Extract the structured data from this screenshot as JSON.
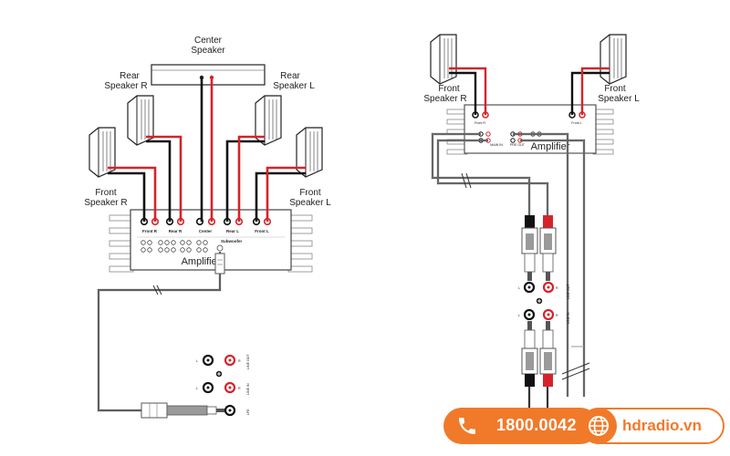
{
  "left_diagram": {
    "speakers": {
      "center": [
        "Center",
        "Speaker"
      ],
      "rear_r": [
        "Rear",
        "Speaker R"
      ],
      "rear_l": [
        "Rear",
        "Speaker L"
      ],
      "front_r": [
        "Front",
        "Speaker R"
      ],
      "front_l": [
        "Front",
        "Speaker L"
      ]
    },
    "amplifier": {
      "title": "Amplifier",
      "terminals": [
        "Front R",
        "Rear R",
        "Center",
        "Rear L",
        "Front L"
      ],
      "subwoofer_label": "Subwoofer"
    },
    "receiver": {
      "line_out": "LINE OUT",
      "line_in": "LINE IN",
      "lfe": "LFE",
      "left_mark": "L",
      "right_mark": "R"
    }
  },
  "right_diagram": {
    "speakers": {
      "front_r": [
        "Front",
        "Speaker R"
      ],
      "front_l": [
        "Front",
        "Speaker L"
      ]
    },
    "amplifier": {
      "title": "Amplifier",
      "terminal_r": "Front R",
      "terminal_l": "Front L",
      "main_in": "MAIN IN",
      "pre_out": "PRE OUT"
    },
    "receiver": {
      "line_out": "LINE OUT",
      "line_in": "LINE IN",
      "left_mark": "L",
      "right_mark": "R"
    }
  },
  "contact": {
    "phone": "1800.0042",
    "website": "hdradio.vn",
    "phone_icon": "phone-icon",
    "web_icon": "globe-icon",
    "accent_color": "#f07a2a"
  },
  "colors": {
    "wire_red": "#d6232a",
    "wire_black": "#111111",
    "cable_gray": "#9a9a9a",
    "line_dark": "#222222"
  }
}
